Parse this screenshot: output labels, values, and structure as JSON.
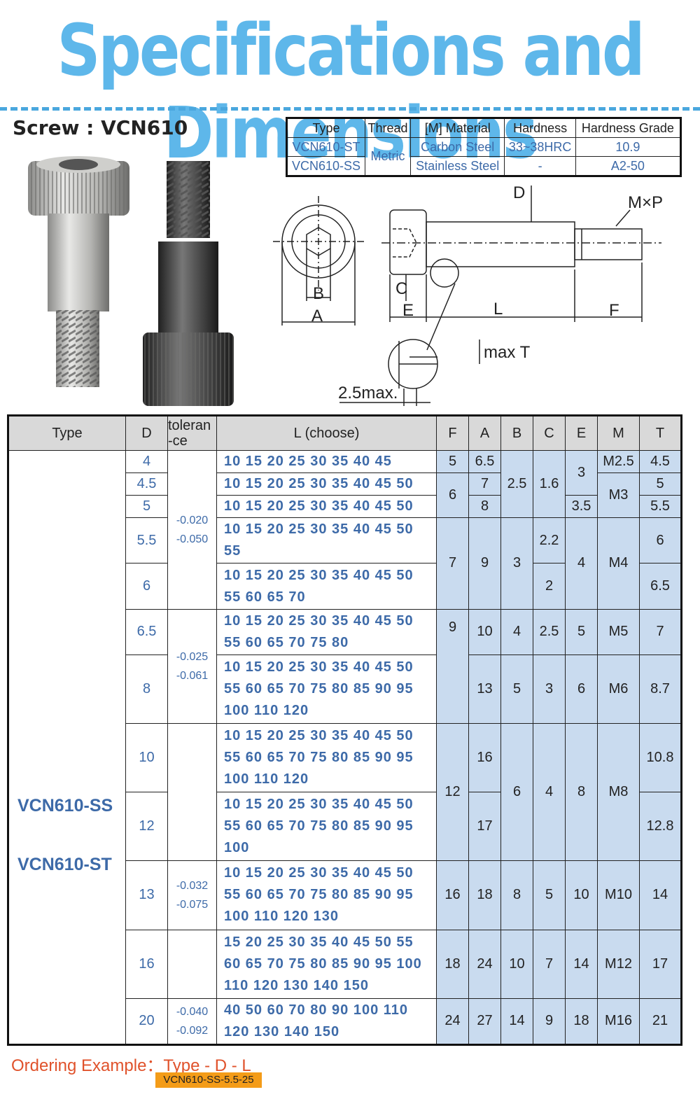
{
  "page_title": "Specifications and Dimensions",
  "screw_title": "Screw : VCN610",
  "spec_table": {
    "headers": [
      "Type",
      "Thread",
      "[M] Material",
      "Hardness",
      "Hardness Grade"
    ],
    "rows": [
      {
        "type": "VCN610-ST",
        "material": "Carbon Steel",
        "hardness": "33~38HRC",
        "grade": "10.9"
      },
      {
        "type": "VCN610-SS",
        "material": "Stainless Steel",
        "hardness": "-",
        "grade": "A2-50"
      }
    ],
    "thread": "Metric"
  },
  "drawing_labels": {
    "D": "D",
    "MxP": "M×P",
    "B": "B",
    "A": "A",
    "C": "C",
    "E": "E",
    "L": "L",
    "F": "F",
    "maxT": "max T",
    "max25": "2.5max."
  },
  "dim_table": {
    "headers": {
      "type": "Type",
      "d": "D",
      "tolerance_1": "toleran",
      "tolerance_2": "-ce",
      "l": "L (choose)",
      "f": "F",
      "a": "A",
      "b": "B",
      "c": "C",
      "e": "E",
      "m": "M",
      "t": "T"
    },
    "type_names": [
      "VCN610-SS",
      "VCN610-ST"
    ],
    "tolerances": [
      [
        "-0.020",
        "-0.050"
      ],
      [
        "-0.025",
        "-0.061"
      ],
      [
        "-0.032",
        "-0.075"
      ],
      [
        "-0.040",
        "-0.092"
      ]
    ],
    "rows": [
      {
        "d": "4",
        "l": [
          "10  15  20  25  30  35  40  45"
        ]
      },
      {
        "d": "4.5",
        "l": [
          "10  15  20  25  30  35  40  45  50"
        ]
      },
      {
        "d": "5",
        "l": [
          "10  15  20  25  30  35  40  45  50"
        ]
      },
      {
        "d": "5.5",
        "l": [
          "10  15  20  25  30  35  40  45  50",
          "55"
        ]
      },
      {
        "d": "6",
        "l": [
          "10  15  20  25  30  35  40  45  50",
          "55  60  65  70"
        ]
      },
      {
        "d": "6.5",
        "l": [
          "10  15  20  25  30  35  40  45  50",
          "55  60  65  70  75  80"
        ]
      },
      {
        "d": "8",
        "l": [
          "10  15  20  25  30  35  40  45  50",
          "55  60  65  70  75  80  85  90  95",
          "100 110 120"
        ]
      },
      {
        "d": "10",
        "l": [
          "10  15  20  25  30  35  40  45  50",
          "55  60  65  70  75  80  85  90  95",
          "100 110 120"
        ]
      },
      {
        "d": "12",
        "l": [
          "10  15  20  25  30  35  40  45  50",
          "55  60  65  70  75  80  85  90  95",
          "100"
        ]
      },
      {
        "d": "13",
        "l": [
          "10  15  20  25  30  35  40  45  50",
          "55  60  65  70  75  80  85  90  95",
          "100 110 120 130"
        ]
      },
      {
        "d": "16",
        "l": [
          "15  20  25  30  35  40  45  50  55",
          "60  65  70  75  80  85  90  95  100",
          "110 120 130 140 150"
        ]
      },
      {
        "d": "20",
        "l": [
          "40  50  60  70  80  90  100  110",
          "120 130 140 150"
        ]
      }
    ],
    "f": [
      "5",
      "6",
      "7",
      "9",
      "12",
      "16",
      "18",
      "24"
    ],
    "a": [
      "6.5",
      "7",
      "8",
      "9",
      "10",
      "13",
      "16",
      "17",
      "18",
      "24",
      "27"
    ],
    "b": [
      "2.5",
      "3",
      "4",
      "5",
      "6",
      "8",
      "10",
      "14"
    ],
    "c": [
      "1.6",
      "2.2",
      "2",
      "2.5",
      "3",
      "4",
      "5",
      "7",
      "9"
    ],
    "e": [
      "3",
      "3.5",
      "4",
      "5",
      "6",
      "8",
      "10",
      "14",
      "18"
    ],
    "m": [
      "M2.5",
      "M3",
      "M4",
      "M5",
      "M6",
      "M8",
      "M10",
      "M12",
      "M16"
    ],
    "t": [
      "4.5",
      "5",
      "5.5",
      "6",
      "6.5",
      "7",
      "8.7",
      "10.8",
      "12.8",
      "14",
      "17",
      "21"
    ]
  },
  "ordering": {
    "label": "Ordering Example：Type - D - L",
    "example": "VCN610-SS-5.5-25"
  }
}
